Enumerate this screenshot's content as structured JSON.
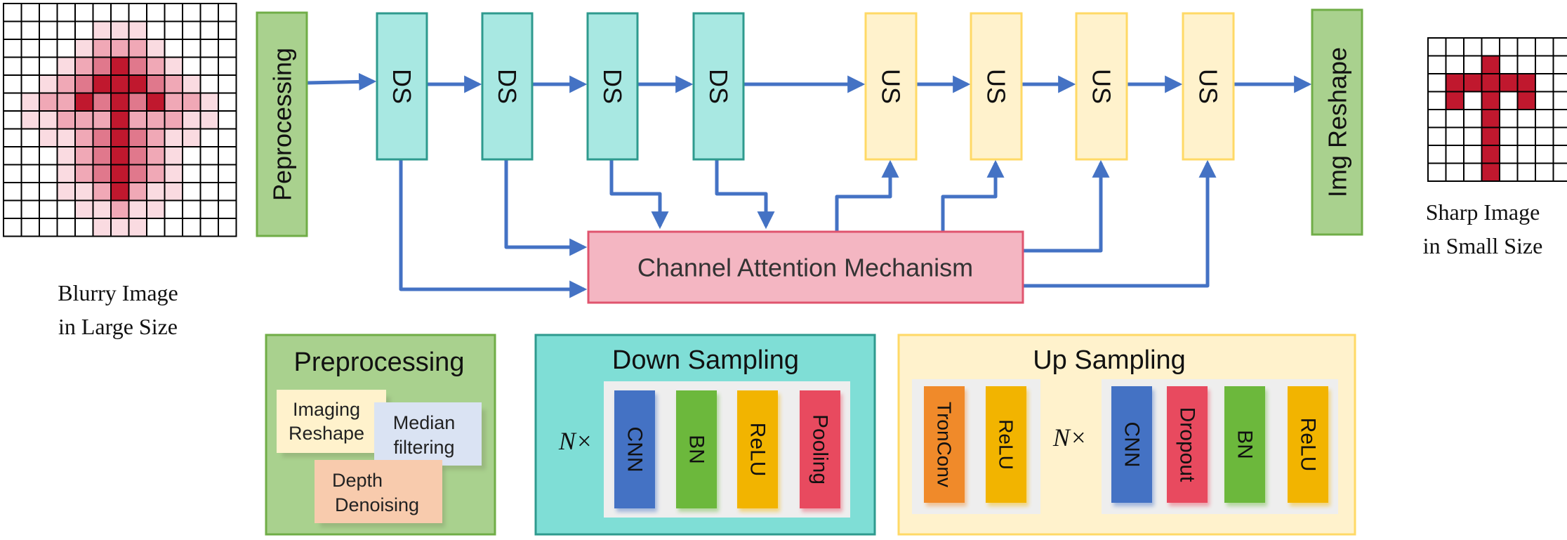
{
  "images": {
    "blurry_caption": [
      "Blurry Image",
      "in Large Size"
    ],
    "sharp_caption": [
      "Sharp Image",
      "in Small Size"
    ],
    "blurry_grid": {
      "size": 13,
      "cells": [
        [
          0,
          0,
          0,
          0,
          0,
          0,
          0,
          0,
          0,
          0,
          0,
          0,
          0
        ],
        [
          0,
          0,
          0,
          0,
          0,
          1,
          1,
          1,
          0,
          0,
          0,
          0,
          0
        ],
        [
          0,
          0,
          0,
          0,
          1,
          2,
          2,
          2,
          1,
          0,
          0,
          0,
          0
        ],
        [
          0,
          0,
          0,
          1,
          2,
          3,
          4,
          3,
          2,
          1,
          0,
          0,
          0
        ],
        [
          0,
          0,
          1,
          2,
          3,
          4,
          4,
          4,
          3,
          2,
          1,
          0,
          0
        ],
        [
          0,
          1,
          2,
          2,
          4,
          3,
          4,
          3,
          4,
          2,
          2,
          1,
          0
        ],
        [
          0,
          1,
          1,
          2,
          2,
          2,
          4,
          2,
          2,
          2,
          1,
          1,
          0
        ],
        [
          0,
          0,
          1,
          1,
          2,
          3,
          4,
          3,
          2,
          1,
          1,
          0,
          0
        ],
        [
          0,
          0,
          0,
          1,
          2,
          3,
          4,
          3,
          2,
          1,
          0,
          0,
          0
        ],
        [
          0,
          0,
          0,
          1,
          2,
          3,
          4,
          3,
          2,
          1,
          0,
          0,
          0
        ],
        [
          0,
          0,
          0,
          1,
          1,
          2,
          4,
          2,
          1,
          1,
          0,
          0,
          0
        ],
        [
          0,
          0,
          0,
          0,
          1,
          1,
          2,
          1,
          1,
          0,
          0,
          0,
          0
        ],
        [
          0,
          0,
          0,
          0,
          0,
          1,
          1,
          1,
          0,
          0,
          0,
          0,
          0
        ]
      ]
    },
    "sharp_grid": {
      "size": 8,
      "cells": [
        [
          0,
          0,
          0,
          0,
          0,
          0,
          0,
          0
        ],
        [
          0,
          0,
          0,
          1,
          0,
          0,
          0,
          0
        ],
        [
          0,
          1,
          1,
          1,
          1,
          1,
          0,
          0
        ],
        [
          0,
          1,
          0,
          1,
          0,
          1,
          0,
          0
        ],
        [
          0,
          0,
          0,
          1,
          0,
          0,
          0,
          0
        ],
        [
          0,
          0,
          0,
          1,
          0,
          0,
          0,
          0
        ],
        [
          0,
          0,
          0,
          1,
          0,
          0,
          0,
          0
        ],
        [
          0,
          0,
          0,
          1,
          0,
          0,
          0,
          0
        ]
      ]
    }
  },
  "pipeline": {
    "preprocessing_label": "Peprocessing",
    "ds_label": "DS",
    "us_label": "US",
    "attention_label": "Channel Attention Mechanism",
    "reshape_label": "Img Reshape"
  },
  "legend": {
    "preprocessing": {
      "title": "Preprocessing",
      "notes": [
        {
          "lines": [
            "Imaging",
            "Reshape"
          ]
        },
        {
          "lines": [
            "Median",
            "filtering"
          ]
        },
        {
          "lines": [
            "Depth",
            "Denoising"
          ]
        }
      ]
    },
    "down_sampling": {
      "title": "Down Sampling",
      "multiplier": "N×",
      "layers": [
        "CNN",
        "BN",
        "ReLU",
        "Pooling"
      ]
    },
    "up_sampling": {
      "title": "Up Sampling",
      "multiplier": "N×",
      "pre_layers": [
        "TronConv",
        "ReLU"
      ],
      "layers": [
        "CNN",
        "Dropout",
        "BN",
        "ReLU"
      ]
    }
  },
  "colors": {
    "green": "#a9d18e",
    "green_border": "#70ad47",
    "teal": "#a8e8e2",
    "teal_border": "#2e9a8e",
    "yellow": "#fff2cc",
    "yellow_border": "#ffd966",
    "pink": "#f4b6c2",
    "pink_border": "#e0546e",
    "arrow": "#4472c4",
    "red_dark": "#c0182e",
    "red_mid": "#e0788c",
    "red_light": "#f0a8b6",
    "red_pale": "#fadbe1",
    "layer_blue": "#4472c4",
    "layer_green": "#6cb83c",
    "layer_orange": "#f2b400",
    "layer_red": "#e84a5f",
    "layer_tron": "#f08a2a"
  }
}
